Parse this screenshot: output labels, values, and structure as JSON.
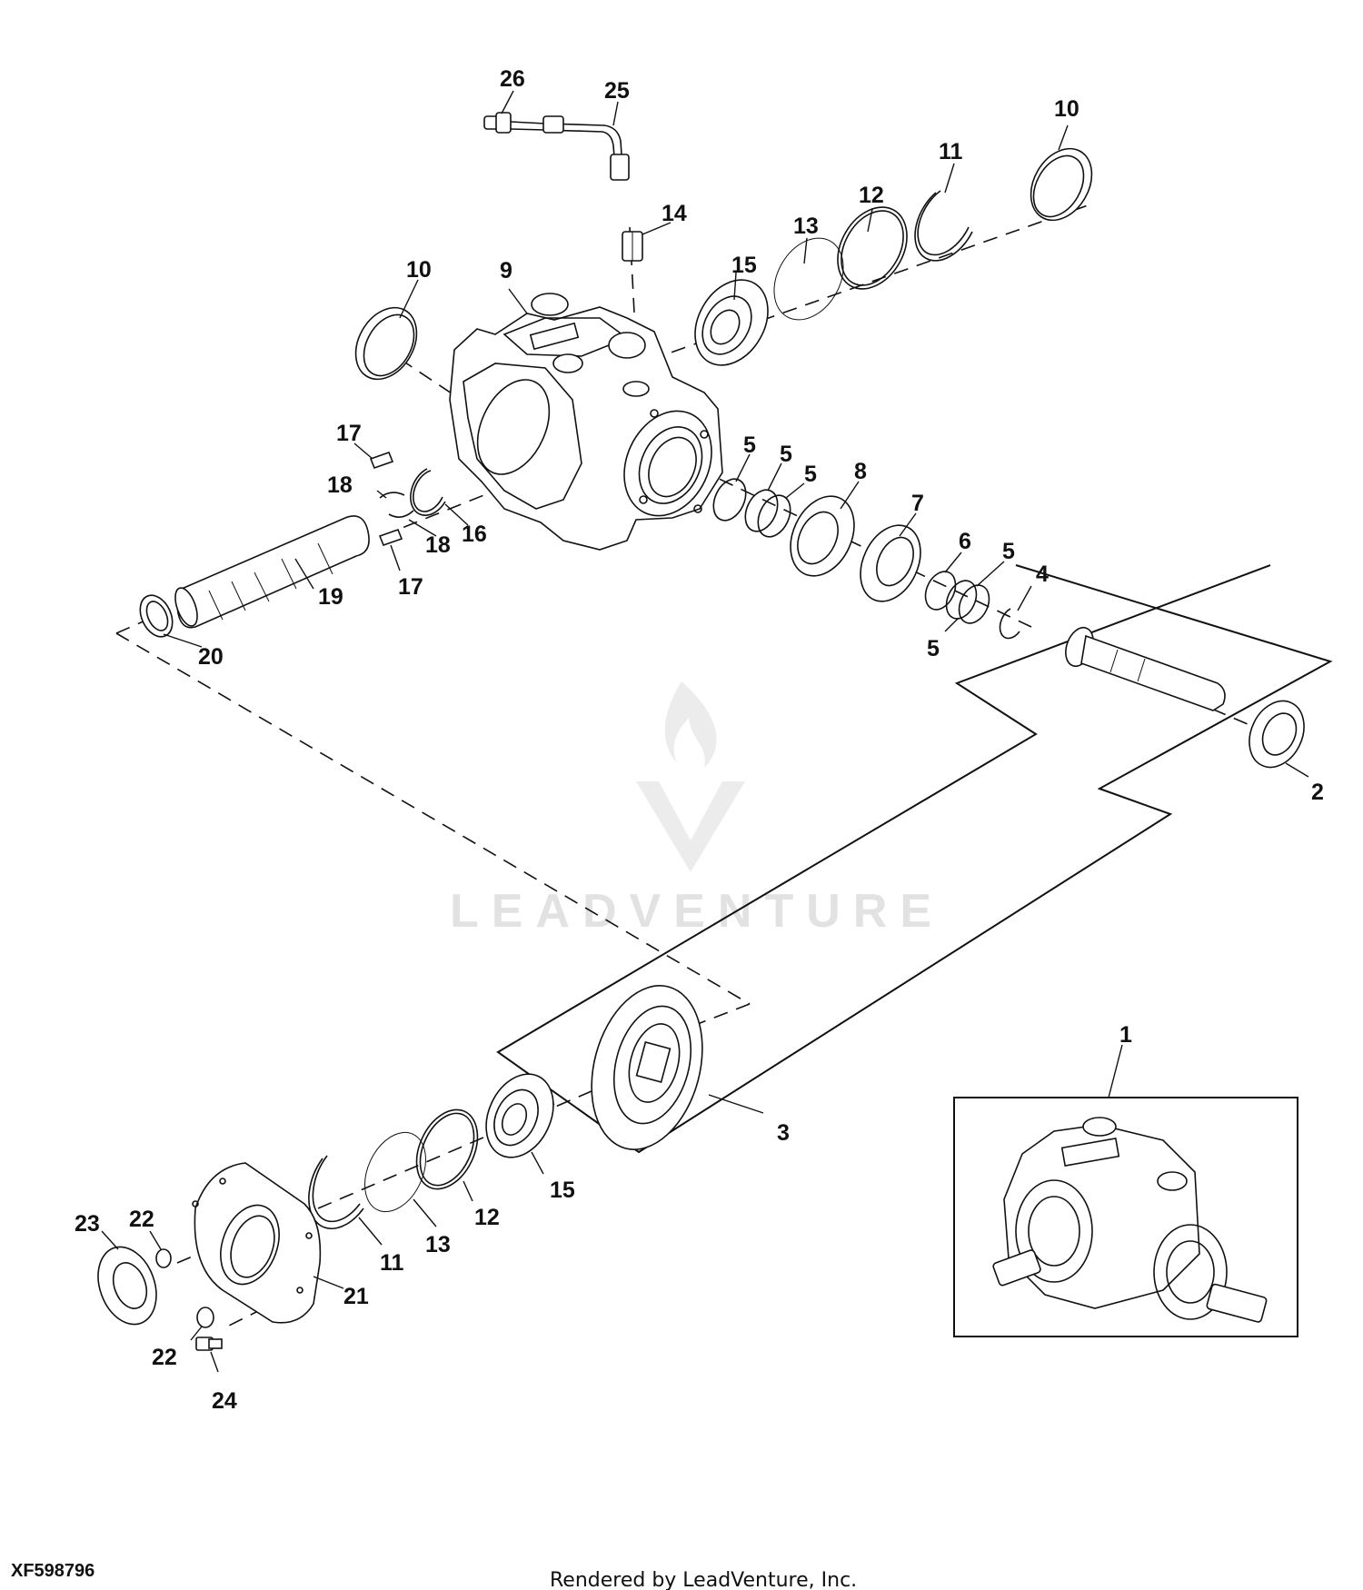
{
  "figure_id": "XF598796",
  "credit": "Rendered by LeadVenture, Inc.",
  "watermark": "LEADVENTURE",
  "callouts": {
    "c1": "1",
    "c2": "2",
    "c3": "3",
    "c4": "4",
    "c5a": "5",
    "c5b": "5",
    "c5c": "5",
    "c5d": "5",
    "c5e": "5",
    "c6": "6",
    "c7": "7",
    "c8": "8",
    "c9": "9",
    "c10a": "10",
    "c10b": "10",
    "c11a": "11",
    "c11b": "11",
    "c12a": "12",
    "c12b": "12",
    "c13a": "13",
    "c13b": "13",
    "c14": "14",
    "c15a": "15",
    "c15b": "15",
    "c16": "16",
    "c17a": "17",
    "c17b": "17",
    "c18a": "18",
    "c18b": "18",
    "c19": "19",
    "c20": "20",
    "c21": "21",
    "c22a": "22",
    "c22b": "22",
    "c23": "23",
    "c24": "24",
    "c25": "25",
    "c26": "26"
  },
  "icons": {
    "watermark_logo": "flame-v-logo-icon"
  }
}
